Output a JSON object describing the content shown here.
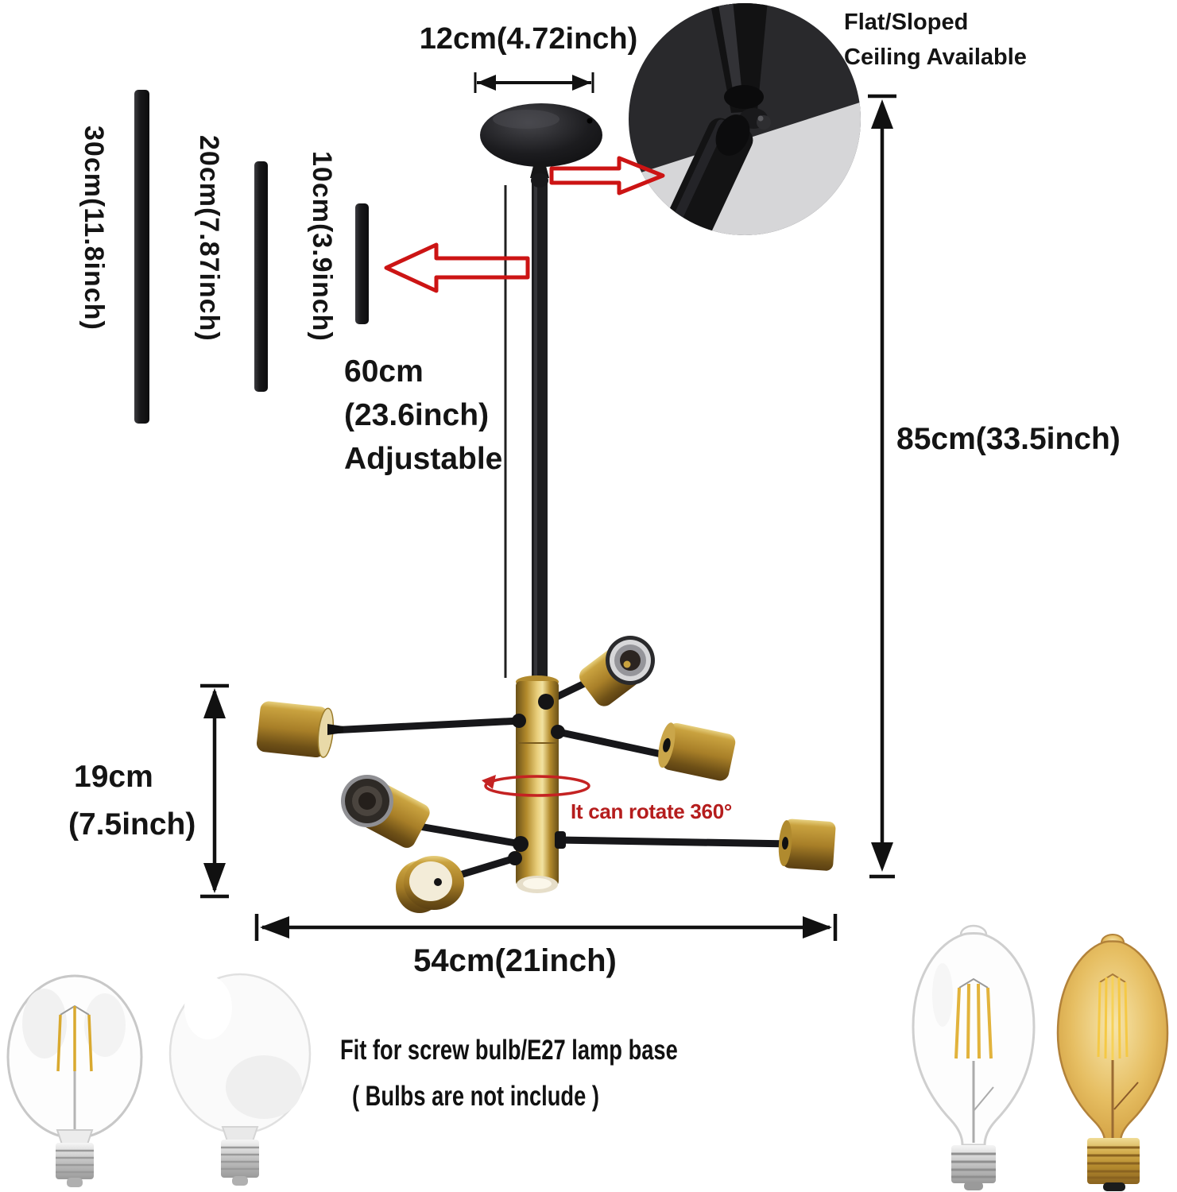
{
  "annotations": {
    "spare_rods": [
      {
        "label": "30cm(11.8inch)"
      },
      {
        "label": "20cm(7.87inch)"
      },
      {
        "label": "10cm(3.9inch)"
      }
    ],
    "canopy_width": "12cm(4.72inch)",
    "ceiling_note_line1": "Flat/Sloped",
    "ceiling_note_line2": "Ceiling Available",
    "total_height": "85cm(33.5inch)",
    "downrod": {
      "value": "60cm",
      "inches": "(23.6inch)",
      "note": "Adjustable"
    },
    "body_height": {
      "value": "19cm",
      "inches": "(7.5inch)"
    },
    "body_width": "54cm(21inch)",
    "rotate_note": "It can rotate 360°",
    "footer_line1": "Fit for screw bulb/E27 lamp base",
    "footer_line2": "( Bulbs are not include )"
  },
  "colors": {
    "brass": "#c9a23f",
    "annotation_red": "#cc1414",
    "metal_black": "#1b1b1e",
    "background": "#ffffff"
  }
}
